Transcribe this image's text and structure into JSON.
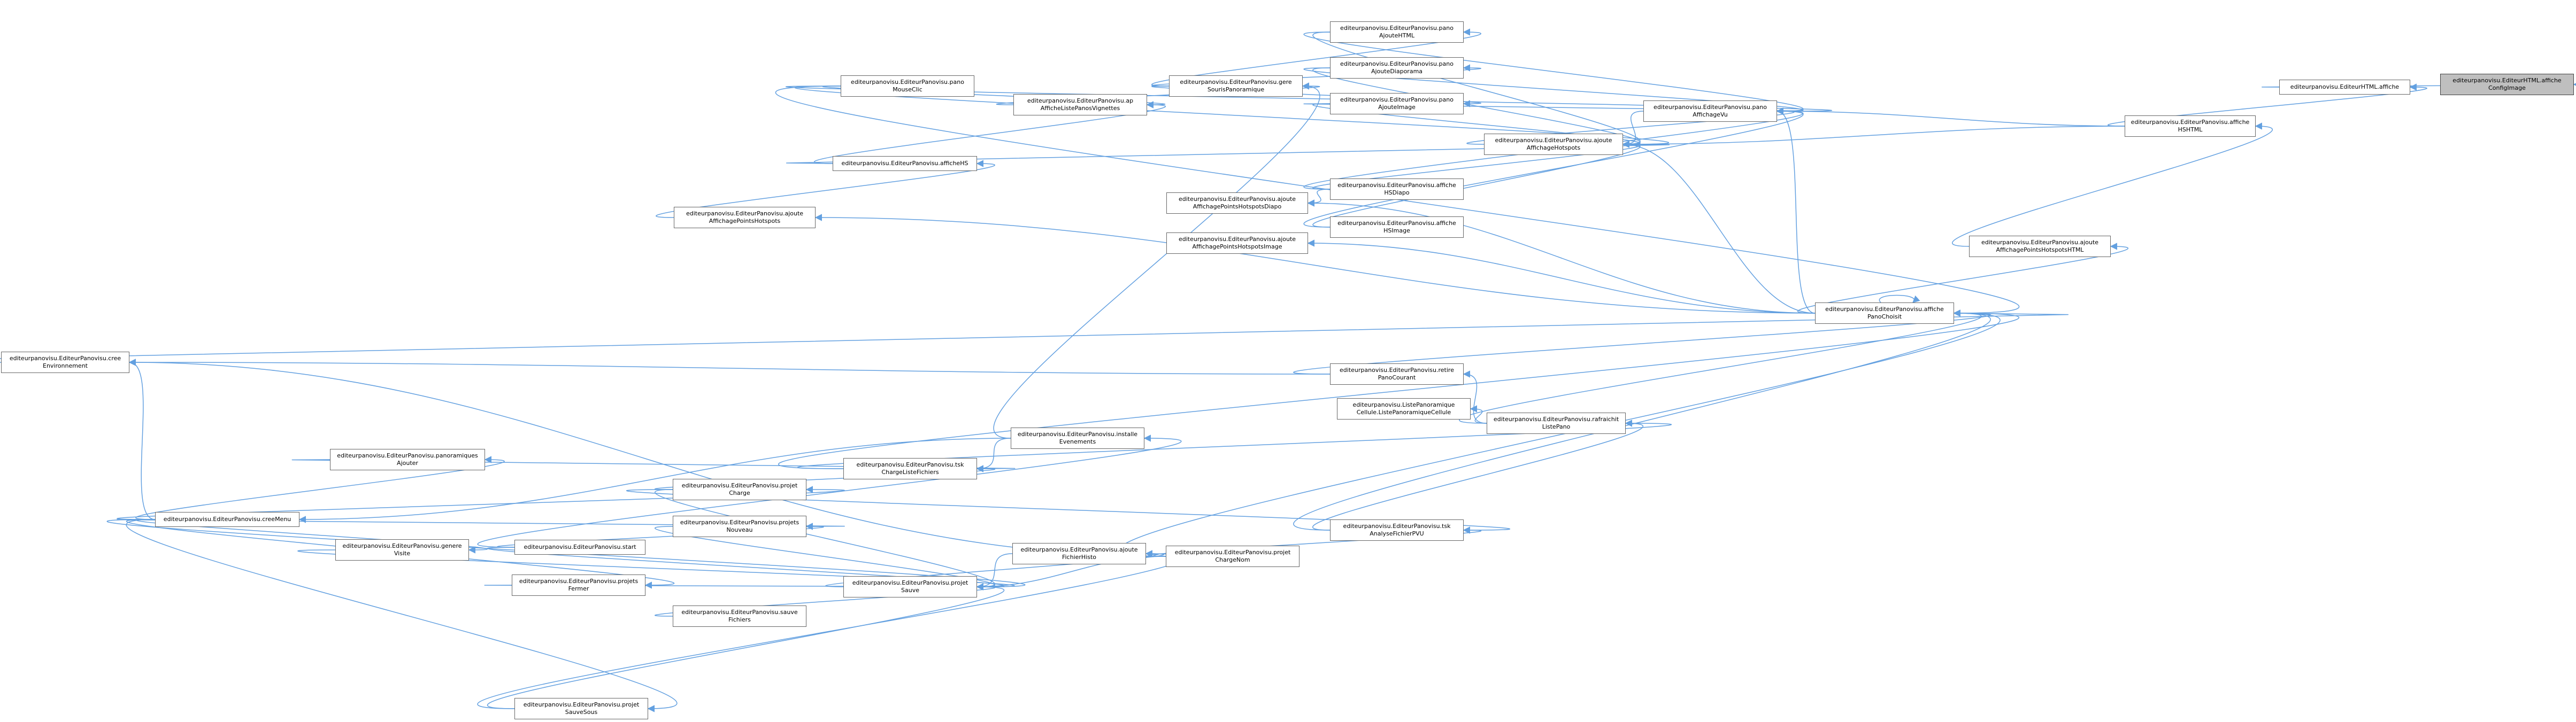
{
  "colors": {
    "edge": "#63a0e0",
    "node_border": "#666666",
    "root_fill": "#bfbfbf",
    "background": "#ffffff"
  },
  "nodes": {
    "n_root": {
      "l1": "editeurpanovisu.EditeurHTML.affiche",
      "l2": "ConfigImage"
    },
    "n_edithtml": {
      "l1": "editeurpanovisu.EditeurHTML.affiche",
      "l2": ""
    },
    "n_affHSHTML": {
      "l1": "editeurpanovisu.EditeurPanovisu.affiche",
      "l2": "HSHTML"
    },
    "n_ajPtsHTML": {
      "l1": "editeurpanovisu.EditeurPanovisu.ajoute",
      "l2": "AffichagePointsHotspotsHTML"
    },
    "n_affPanoChoisi": {
      "l1": "editeurpanovisu.EditeurPanovisu.affiche",
      "l2": "PanoChoisit"
    },
    "n_panoAff": {
      "l1": "editeurpanovisu.EditeurPanovisu.pano",
      "l2": "AffichageVu"
    },
    "n_ajAffHS": {
      "l1": "editeurpanovisu.EditeurPanovisu.ajoute",
      "l2": "AffichageHotspots"
    },
    "n_ajHTML": {
      "l1": "editeurpanovisu.EditeurPanovisu.pano",
      "l2": "AjouteHTML"
    },
    "n_ajDiapo": {
      "l1": "editeurpanovisu.EditeurPanovisu.pano",
      "l2": "AjouteDiaporama"
    },
    "n_ajImage": {
      "l1": "editeurpanovisu.EditeurPanovisu.pano",
      "l2": "AjouteImage"
    },
    "n_affHSDiapo": {
      "l1": "editeurpanovisu.EditeurPanovisu.affiche",
      "l2": "HSDiapo"
    },
    "n_affHSImage": {
      "l1": "editeurpanovisu.EditeurPanovisu.affiche",
      "l2": "HSImage"
    },
    "n_gereSouris": {
      "l1": "editeurpanovisu.EditeurPanovisu.gere",
      "l2": "SourisPanoramique"
    },
    "n_apListe": {
      "l1": "editeurpanovisu.EditeurPanovisu.ap",
      "l2": "AfficheListePanosVignettes"
    },
    "n_mouseClic": {
      "l1": "editeurpanovisu.EditeurPanovisu.pano",
      "l2": "MouseClic"
    },
    "n_afficheHS": {
      "l1": "editeurpanovisu.EditeurPanovisu.afficheHS",
      "l2": ""
    },
    "n_ajPts": {
      "l1": "editeurpanovisu.EditeurPanovisu.ajoute",
      "l2": "AffichagePointsHotspots"
    },
    "n_ajPtsDiapo": {
      "l1": "editeurpanovisu.EditeurPanovisu.ajoute",
      "l2": "AffichagePointsHotspotsDiapo"
    },
    "n_ajPtsImage": {
      "l1": "editeurpanovisu.EditeurPanovisu.ajoute",
      "l2": "AffichagePointsHotspotsImage"
    },
    "n_creeEnv": {
      "l1": "editeurpanovisu.EditeurPanovisu.cree",
      "l2": "Environnement"
    },
    "n_retirePano": {
      "l1": "editeurpanovisu.EditeurPanovisu.retire",
      "l2": "PanoCourant"
    },
    "n_listePano": {
      "l1": "editeurpanovisu.ListePanoramique",
      "l2": "Cellule.ListePanoramiqueCellule"
    },
    "n_rafraichit": {
      "l1": "editeurpanovisu.EditeurPanovisu.rafraichit",
      "l2": "ListePano"
    },
    "n_installe": {
      "l1": "editeurpanovisu.EditeurPanovisu.installe",
      "l2": "Evenements"
    },
    "n_panoAjouter": {
      "l1": "editeurpanovisu.EditeurPanovisu.panoramiques",
      "l2": "Ajouter"
    },
    "n_tskCharge": {
      "l1": "editeurpanovisu.EditeurPanovisu.tsk",
      "l2": "ChargeListeFichiers"
    },
    "n_projCharge": {
      "l1": "editeurpanovisu.EditeurPanovisu.projet",
      "l2": "Charge"
    },
    "n_projNouveau": {
      "l1": "editeurpanovisu.EditeurPanovisu.projets",
      "l2": "Nouveau"
    },
    "n_creeMenu": {
      "l1": "editeurpanovisu.EditeurPanovisu.creeMenu",
      "l2": ""
    },
    "n_genereVisite": {
      "l1": "editeurpanovisu.EditeurPanovisu.genere",
      "l2": "Visite"
    },
    "n_start": {
      "l1": "editeurpanovisu.EditeurPanovisu.start",
      "l2": ""
    },
    "n_tskAnalyse": {
      "l1": "editeurpanovisu.EditeurPanovisu.tsk",
      "l2": "AnalyseFichierPVU"
    },
    "n_ajFichHisto": {
      "l1": "editeurpanovisu.EditeurPanovisu.ajoute",
      "l2": "FichierHisto"
    },
    "n_projChargeNom": {
      "l1": "editeurpanovisu.EditeurPanovisu.projet",
      "l2": "ChargeNom"
    },
    "n_projFermer": {
      "l1": "editeurpanovisu.EditeurPanovisu.projets",
      "l2": "Fermer"
    },
    "n_projSauve": {
      "l1": "editeurpanovisu.EditeurPanovisu.projet",
      "l2": "Sauve"
    },
    "n_sauveFich": {
      "l1": "editeurpanovisu.EditeurPanovisu.sauve",
      "l2": "Fichiers"
    },
    "n_projSauveSous": {
      "l1": "editeurpanovisu.EditeurPanovisu.projet",
      "l2": "SauveSous"
    }
  }
}
